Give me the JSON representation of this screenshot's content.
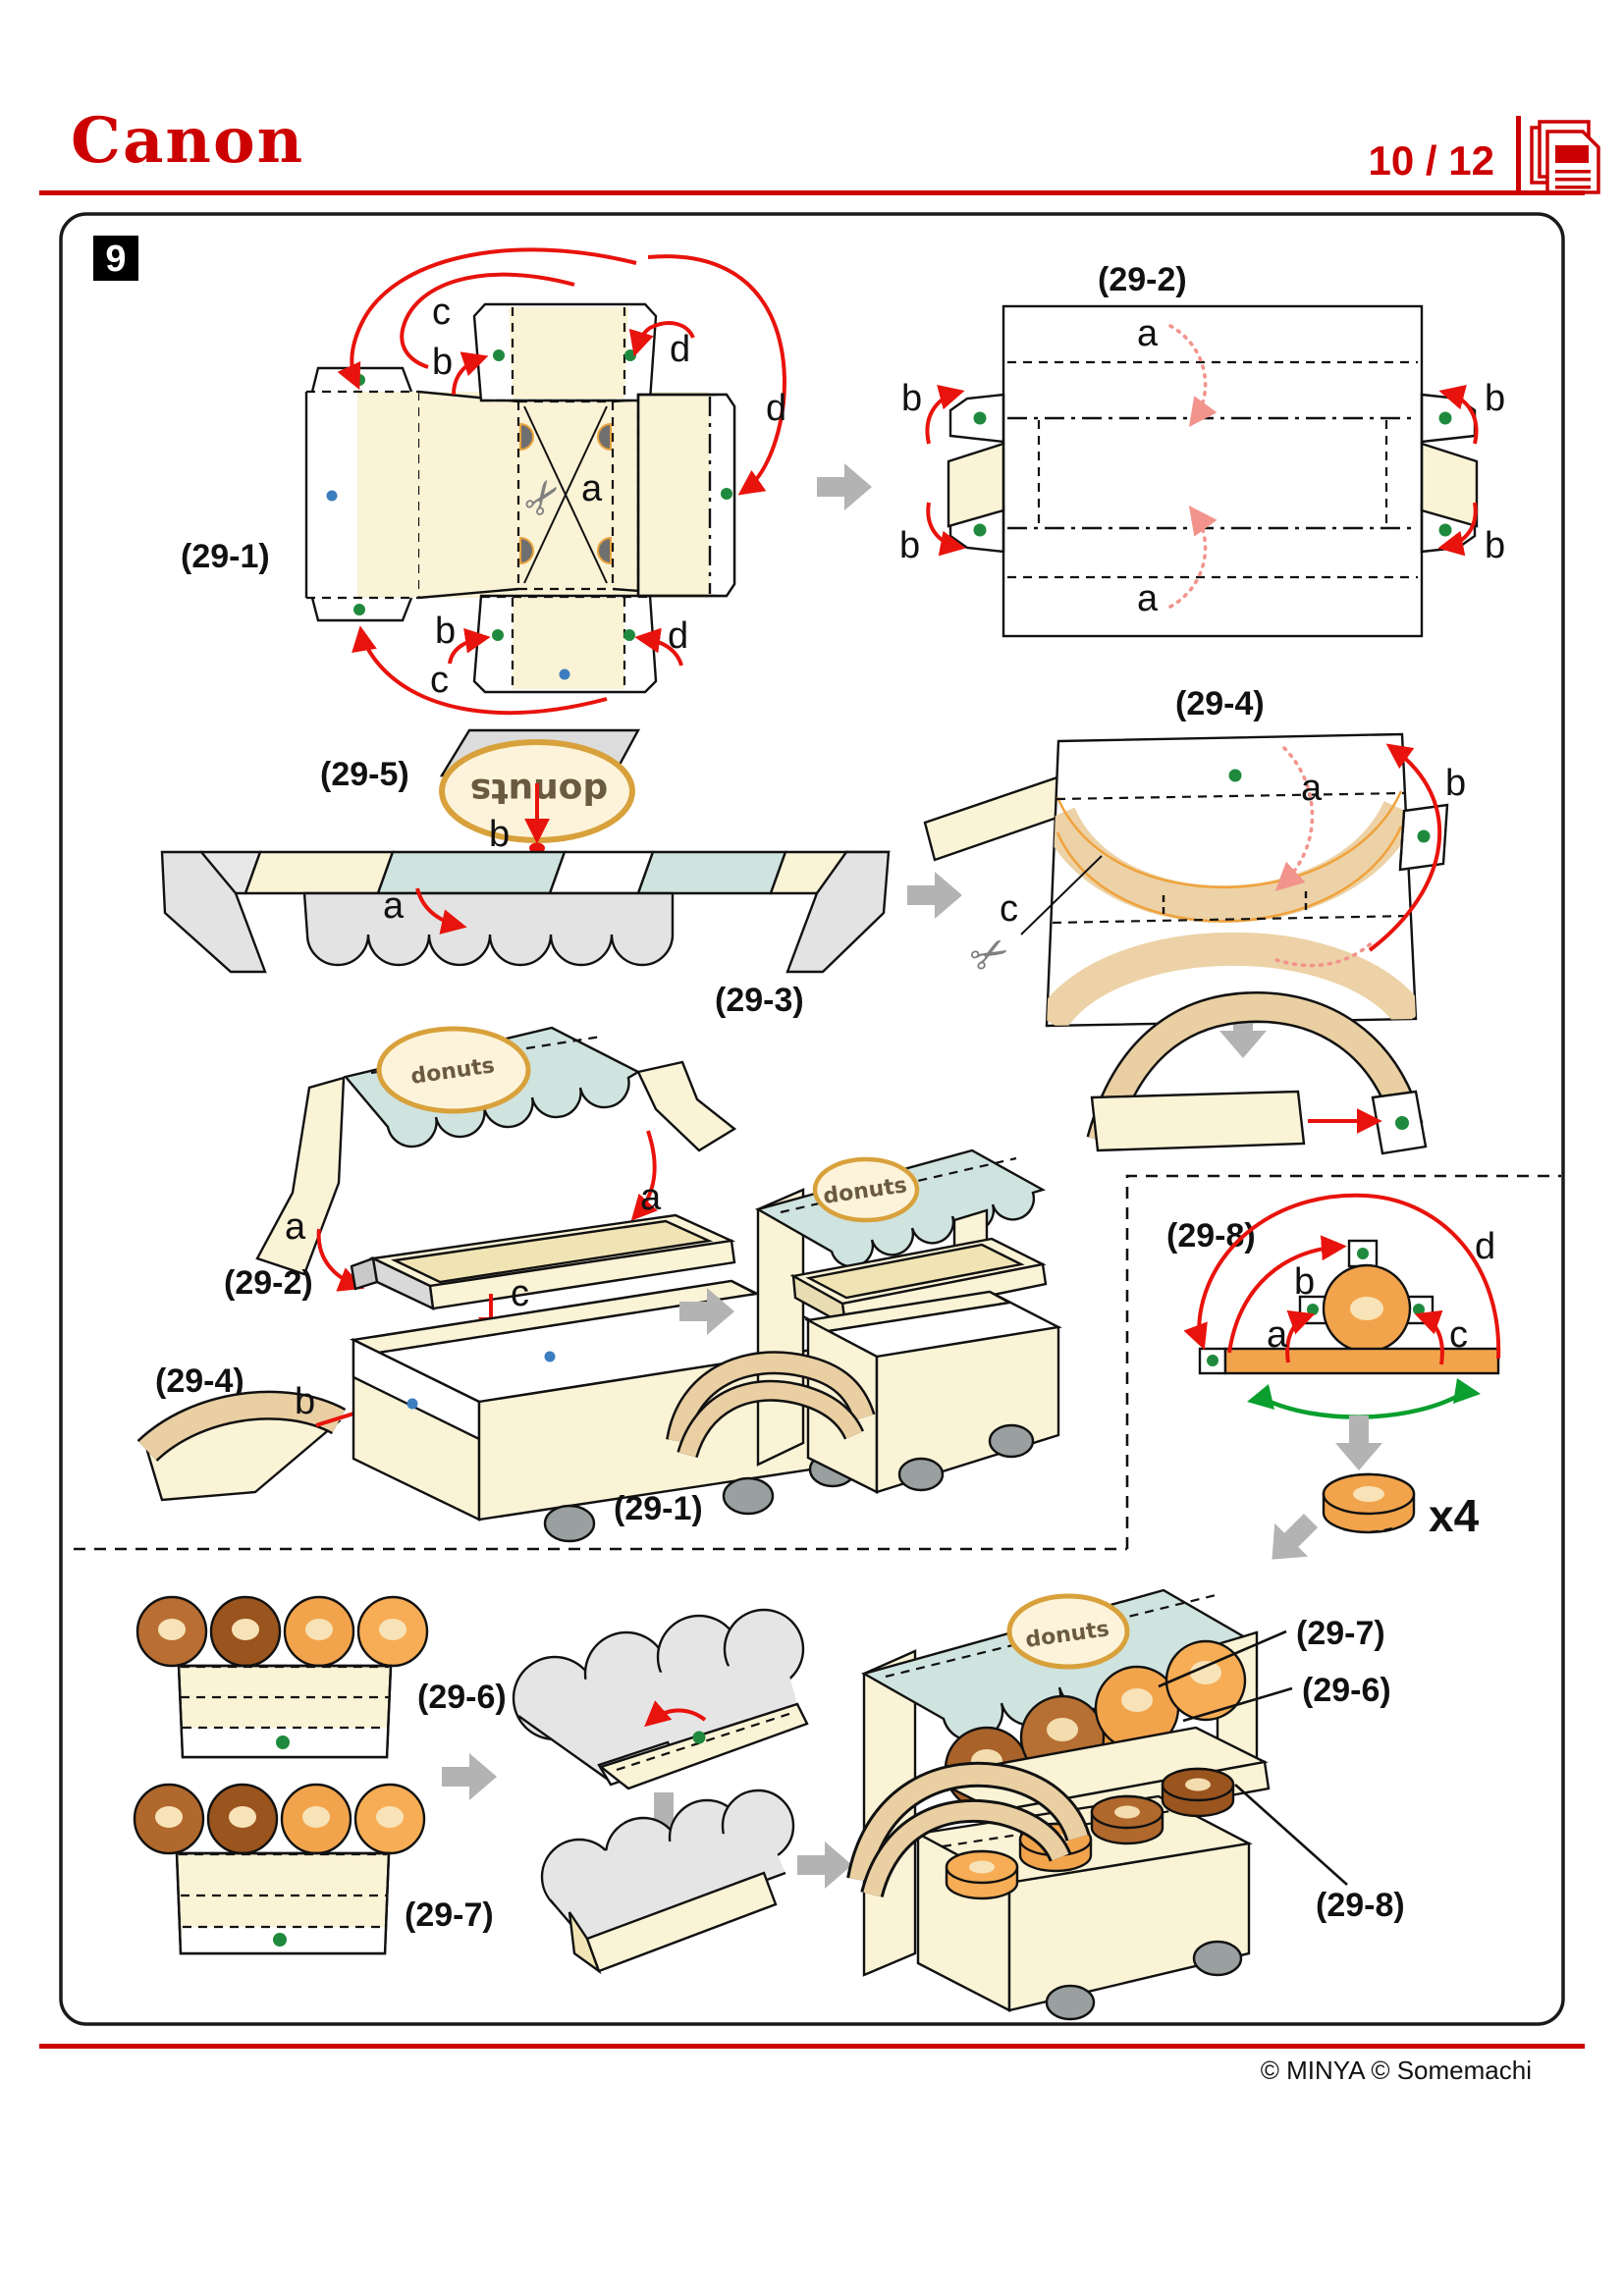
{
  "header": {
    "brand": "Canon",
    "page_indicator": "10 / 12"
  },
  "step_badge": "9",
  "parts": {
    "p29_1": "(29-1)",
    "p29_2": "(29-2)",
    "p29_3": "(29-3)",
    "p29_4": "(29-4)",
    "p29_5": "(29-5)",
    "p29_6": "(29-6)",
    "p29_7": "(29-7)",
    "p29_8": "(29-8)"
  },
  "letters": {
    "a": "a",
    "b": "b",
    "c": "c",
    "d": "d"
  },
  "sign_text": "donuts",
  "quantity_note": "x4",
  "icons": {
    "scissors": "✂"
  },
  "footer": {
    "credits": "© MINYA  © Somemachi"
  },
  "colors": {
    "brand_red": "#cc0000",
    "arrow_red": "#e8130c",
    "paper_cream": "#fbf3d6",
    "tan_band": "#ecd2a6",
    "tan_handle": "#e9cfa2",
    "teal_awning": "#cfe3df",
    "donut_orange": "#f2a44c",
    "donut_orange_light": "#f6ad55",
    "donut_brown": "#b0682c",
    "donut_brown_dark": "#9a541e",
    "donut_hole_cream": "#f8e3b8",
    "dot_green": "#1f8a3d",
    "dot_blue": "#3c7ebf",
    "arrow_gray": "#b3b3b3",
    "arrow_green": "#0a9f2e",
    "wheel_gray": "#9aa0a0"
  }
}
